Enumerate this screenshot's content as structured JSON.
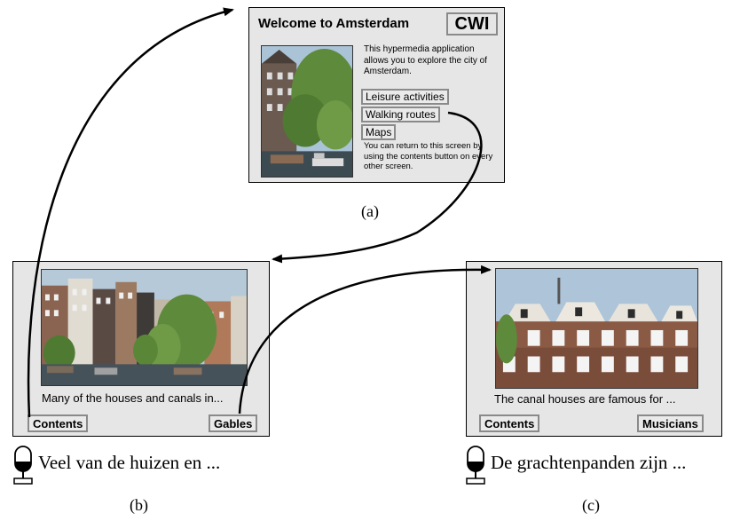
{
  "screen_a": {
    "title": "Welcome to Amsterdam",
    "logo": "CWI",
    "intro": "This hypermedia application allows you to explore the city of Amsterdam.",
    "buttons": [
      "Leisure activities",
      "Walking routes",
      "Maps"
    ],
    "note": "You can return to this screen by using the contents button on every other screen.",
    "caption": "(a)"
  },
  "screen_b": {
    "text": "Many of the houses and canals in...",
    "button_left": "Contents",
    "button_right": "Gables",
    "speech": "Veel van de huizen en ...",
    "caption": "(b)"
  },
  "screen_c": {
    "text": "The canal houses are famous for ...",
    "button_left": "Contents",
    "button_right": "Musicians",
    "speech": "De grachtenpanden zijn ...",
    "caption": "(c)"
  },
  "icons": [
    "microphone-icon",
    "microphone-icon"
  ]
}
